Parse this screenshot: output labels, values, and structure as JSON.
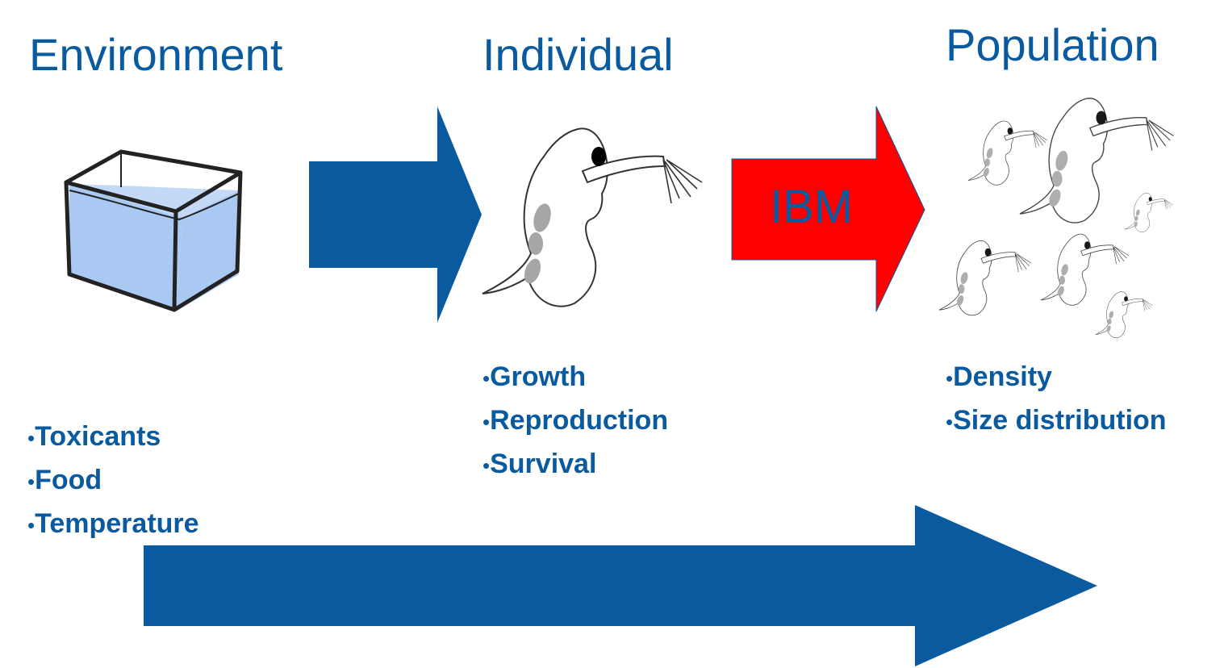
{
  "headings": {
    "environment": "Environment",
    "individual": "Individual",
    "population": "Population"
  },
  "arrow_label": "IBM",
  "bullet_glyph": "•",
  "environment_items": [
    "Toxicants",
    "Food",
    "Temperature"
  ],
  "individual_items": [
    "Growth",
    "Reproduction",
    "Survival"
  ],
  "population_items": [
    "Density",
    "Size distribution"
  ],
  "colors": {
    "text": "#0a5aa0",
    "arrow_blue": "#0a5aa0",
    "arrow_red": "#ff0000",
    "water": "#a9c9f2"
  }
}
